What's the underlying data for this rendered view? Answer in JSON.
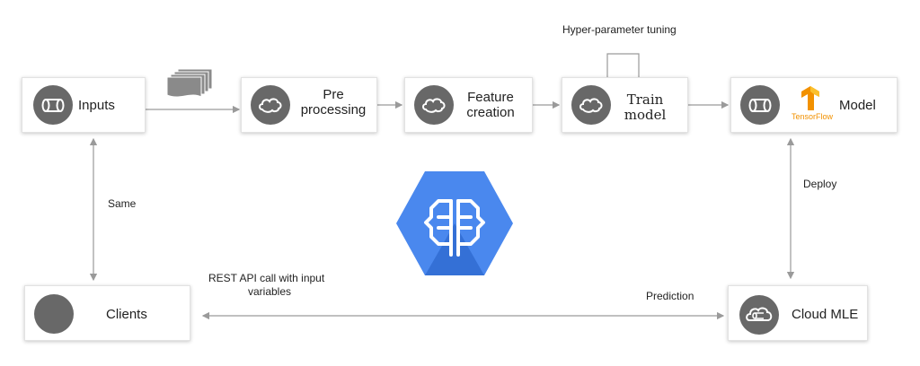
{
  "nodes": {
    "inputs": "Inputs",
    "preprocessing": [
      "Pre",
      "processing"
    ],
    "feature_creation": [
      "Feature",
      "creation"
    ],
    "train_model": [
      "Train",
      "model"
    ],
    "model": "Model",
    "tensorflow": "TensorFlow",
    "clients": "Clients",
    "cloud_mle": "Cloud MLE"
  },
  "annotations": {
    "hyper_parameter": "Hyper-parameter tuning",
    "same": "Same",
    "deploy": "Deploy",
    "rest_api": [
      "REST API call with input",
      "variables"
    ],
    "prediction": "Prediction"
  },
  "icons": {
    "inputs": "cylinder-icon",
    "preprocessing": "cloud-icon",
    "feature_creation": "cloud-icon",
    "train_model": "cloud-icon",
    "model": "cylinder-icon",
    "tensorflow": "tensorflow-logo",
    "clients": "circle-icon",
    "cloud_mle": "cloud-cylinder-icon",
    "center": "cloud-ml-engine-logo",
    "data_files": "document-stack-icon"
  },
  "colors": {
    "icon_gray": "#686868",
    "arrow_gray": "#9a9a9a",
    "brain_blue_light": "#4a88ee",
    "brain_blue_dark": "#3470d6",
    "tf_orange": "#f29100",
    "tf_yellow": "#fbc02d"
  }
}
